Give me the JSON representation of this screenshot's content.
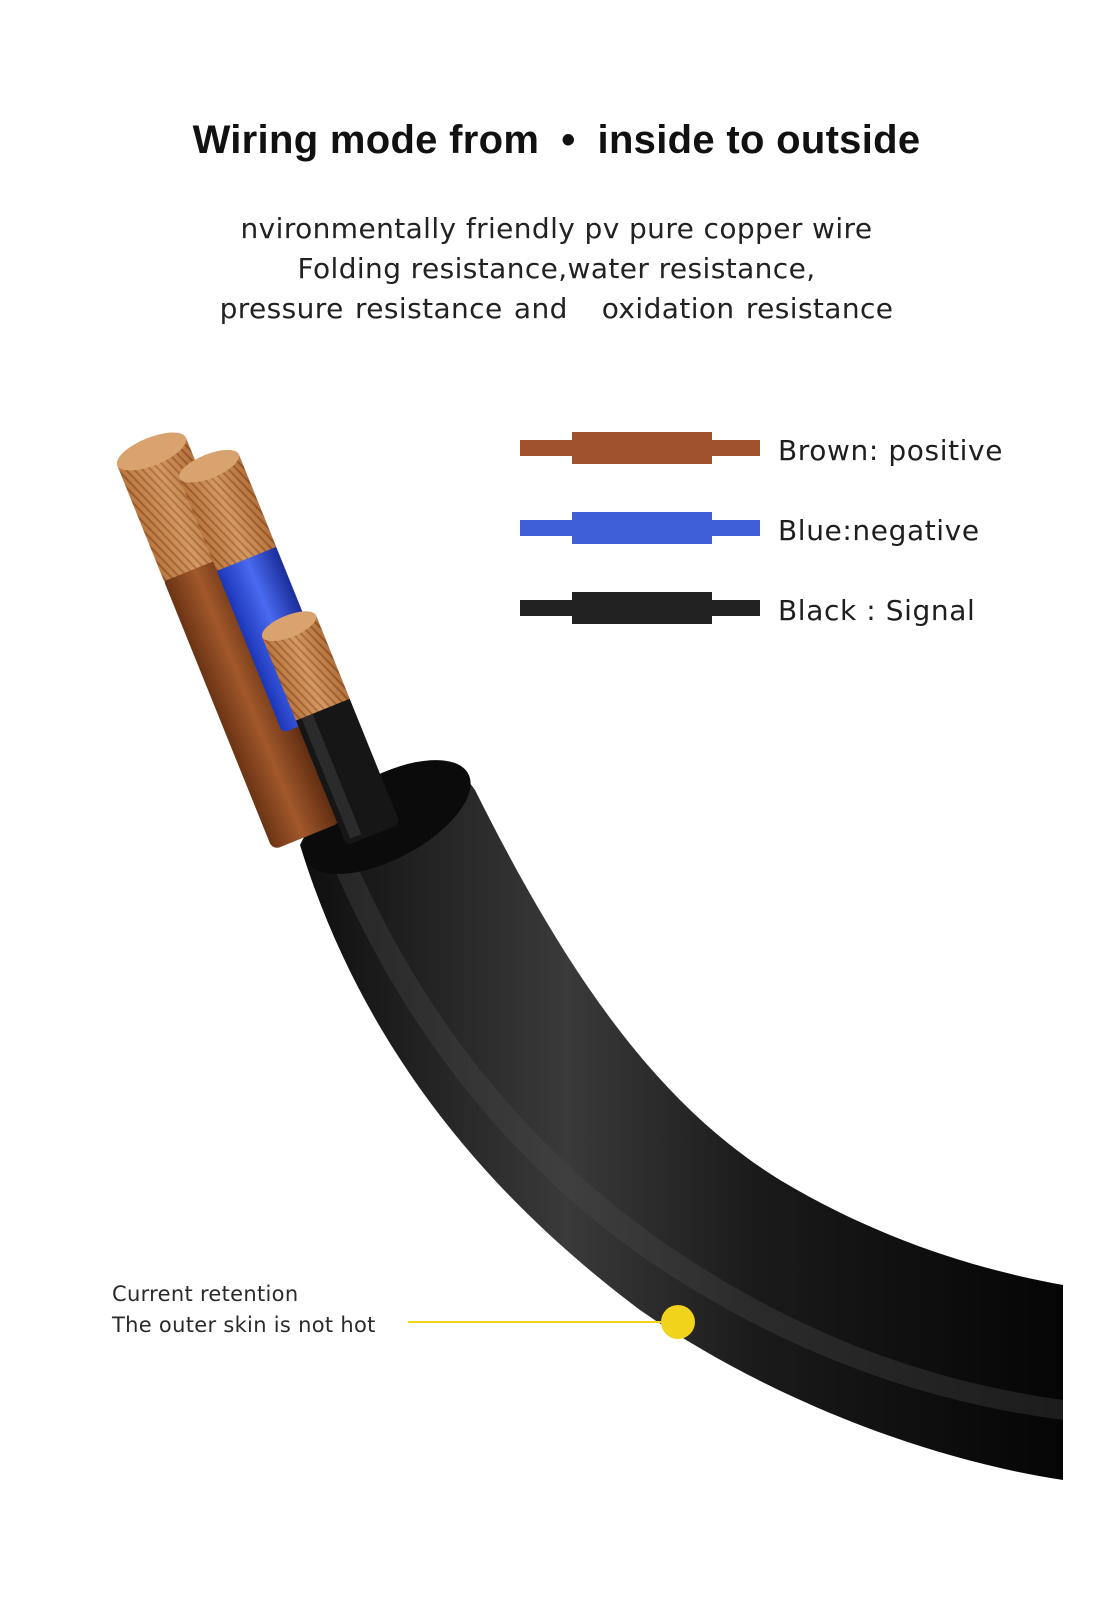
{
  "title": {
    "left": "Wiring mode from",
    "separator": "•",
    "right": "inside to outside"
  },
  "subtitle": {
    "line1": "nvironmentally friendly pv pure copper wire",
    "line2": "Folding resistance,water resistance,",
    "line3_a": "pressure resistance and",
    "line3_b": "oxidation resistance"
  },
  "legend": [
    {
      "label": "Brown: positive",
      "color": "#a0522d",
      "icon": "brown-wire-swatch"
    },
    {
      "label": "Blue:negative",
      "color": "#3f5fd8",
      "icon": "blue-wire-swatch"
    },
    {
      "label": "Black : Signal",
      "color": "#222222",
      "icon": "black-wire-swatch"
    }
  ],
  "callout": {
    "line1": "Current retention",
    "line2": "The outer skin is not hot",
    "marker_color": "#f2d31b"
  },
  "colors": {
    "cable_jacket": "#1c1c1c",
    "copper": "#c8874f",
    "brown_insulation": "#8a4a22",
    "blue_insulation": "#3050d0",
    "black_insulation": "#151515"
  }
}
